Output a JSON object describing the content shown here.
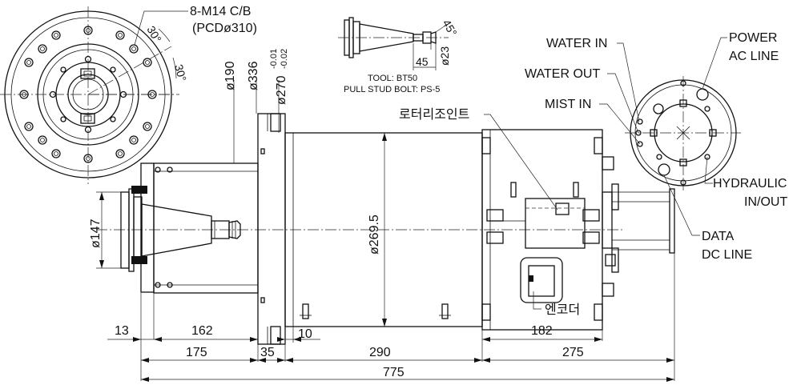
{
  "callouts": {
    "bolt_spec": "8-M14 C/B",
    "pcd": "(PCDø310)",
    "angle_1": "30°",
    "angle_2": "30°",
    "tool": "TOOL: BT50",
    "pull_stud": "PULL STUD BOLT: PS-5",
    "rotary_joint": "로터리조인트",
    "encoder": "엔코더",
    "water_in": "WATER IN",
    "water_out": "WATER OUT",
    "mist_in": "MIST IN",
    "power_1": "POWER",
    "power_2": "AC LINE",
    "hydraulic_1": "HYDRAULIC",
    "hydraulic_2": "IN/OUT",
    "data_1": "DATA",
    "data_2": "DC LINE"
  },
  "diameters": {
    "d190": "ø190",
    "d336": "ø336",
    "d270": "ø270",
    "d270_tol_upper": "-0.01",
    "d270_tol_lower": "-0.02",
    "d147": "ø147",
    "d269": "ø269.5",
    "d23": "ø23"
  },
  "stud_dims": {
    "len": "45",
    "chamfer": "45°"
  },
  "dimensions": {
    "d13": "13",
    "d162": "162",
    "d10": "10",
    "d182": "182",
    "d175": "175",
    "d35": "35",
    "d290": "290",
    "d275": "275",
    "d775": "775"
  }
}
